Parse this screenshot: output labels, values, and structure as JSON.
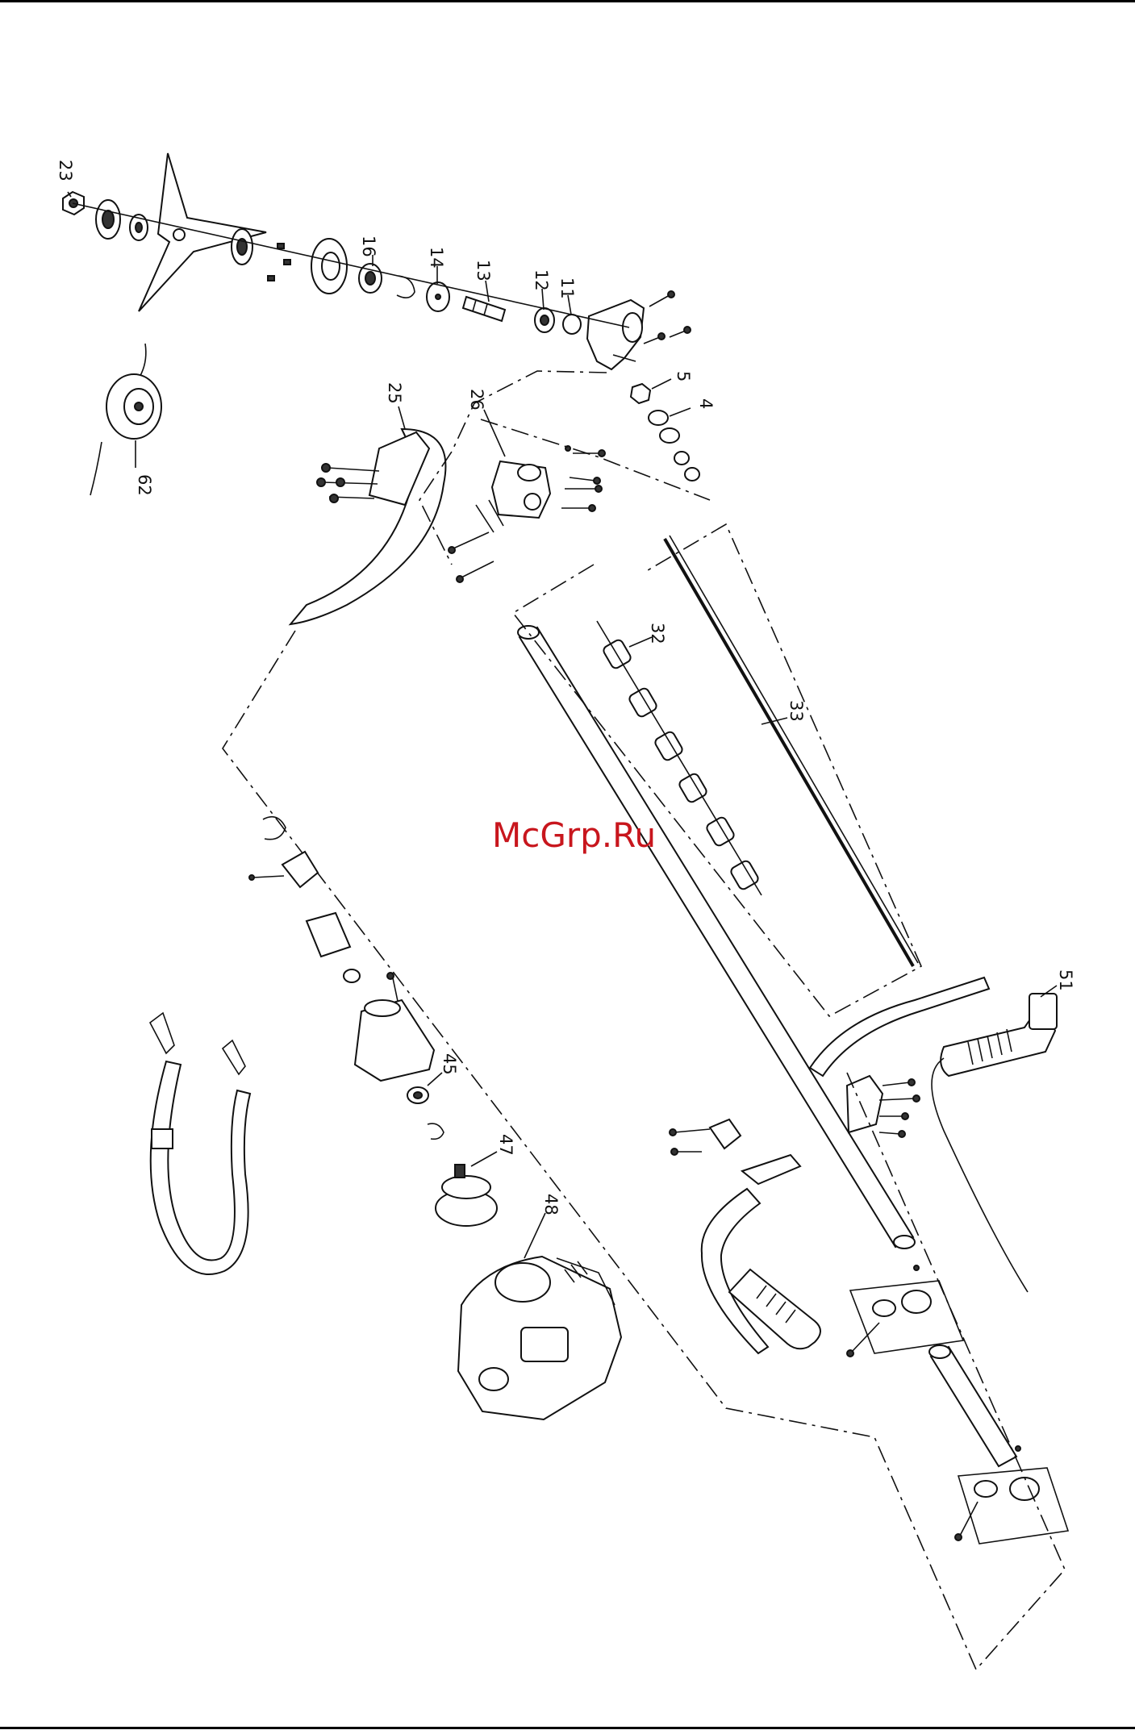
{
  "watermark": "McGrp.Ru",
  "callouts": [
    "23",
    "16",
    "14",
    "13",
    "12",
    "11",
    "5",
    "4",
    "62",
    "25",
    "26",
    "32",
    "33",
    "51",
    "45",
    "47",
    "48"
  ],
  "colors": {
    "ink": "#111111",
    "watermark": "#c8161d",
    "background": "#ffffff"
  }
}
